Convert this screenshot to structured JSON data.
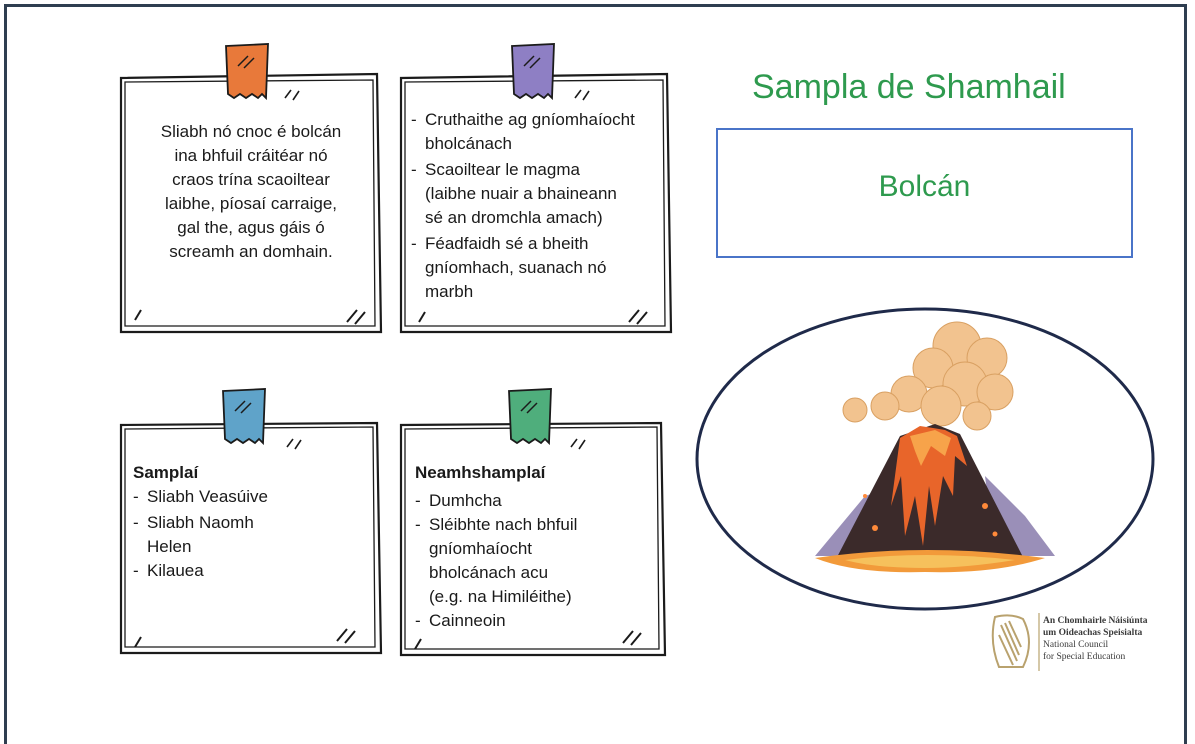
{
  "title": "Sampla de Shamhail",
  "concept": "Bolcán",
  "cards": {
    "definition": {
      "lines": [
        "Sliabh nó cnoc é bolcán",
        "ina bhfuil cráitéar nó",
        "craos trína scaoiltear",
        "laibhe, píosaí carraige,",
        "gal the, agus gáis ó",
        "screamh an domhain."
      ],
      "tape_color": "#e8793a"
    },
    "characteristics": {
      "items": [
        [
          "Cruthaithe ag gníomhaíocht",
          "bholcánach"
        ],
        [
          "Scaoiltear le magma",
          "(laibhe nuair a bhaineann",
          "sé an dromchla amach)"
        ],
        [
          "Féadfaidh sé a bheith",
          "gníomhach, suanach nó",
          "marbh"
        ]
      ],
      "tape_color": "#8e7fc4"
    },
    "examples": {
      "heading": "Samplaí",
      "items": [
        [
          "Sliabh Veasúive"
        ],
        [
          "Sliabh Naomh",
          "Helen"
        ],
        [
          "Kilauea"
        ]
      ],
      "tape_color": "#5fa3c9"
    },
    "non_examples": {
      "heading": "Neamhshamplaí",
      "items": [
        [
          "Dumhcha"
        ],
        [
          "Sléibhte nach bhfuil",
          "gníomhaíocht",
          "bholcánach  acu",
          "(e.g. na Himiléithe)"
        ],
        [
          "Cainneoin"
        ]
      ],
      "tape_color": "#4fae7c"
    }
  },
  "logo": {
    "line1": "An Chomhairle Náisiúnta",
    "line2": "um Oideachas Speisialta",
    "line3": "National Council",
    "line4": "for Special Education",
    "icon": "harp-icon"
  },
  "image": {
    "icon": "volcano-illustration",
    "ellipse_color": "#1f2a4a"
  }
}
